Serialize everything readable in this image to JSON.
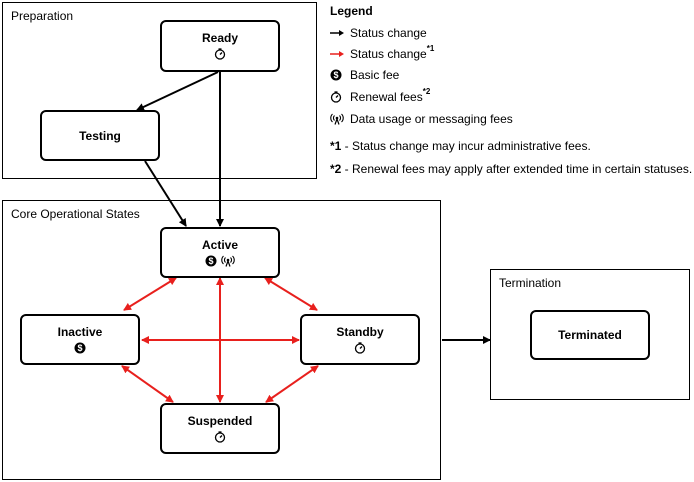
{
  "groups": {
    "preparation": "Preparation",
    "core": "Core Operational States",
    "termination": "Termination"
  },
  "states": {
    "ready": "Ready",
    "testing": "Testing",
    "active": "Active",
    "inactive": "Inactive",
    "standby": "Standby",
    "suspended": "Suspended",
    "terminated": "Terminated"
  },
  "legend": {
    "title": "Legend",
    "status_change": "Status change",
    "status_change_fee": "Status change",
    "status_change_fee_mark": "*1",
    "basic_fee": "Basic fee",
    "renewal_fees": "Renewal fees",
    "renewal_fees_mark": "*2",
    "data_usage": "Data usage or messaging fees"
  },
  "notes": {
    "note1_mark": "*1",
    "note1_text": " - Status change may incur administrative fees.",
    "note2_mark": "*2",
    "note2_text": " - Renewal fees may apply after extended time in certain statuses."
  },
  "colors": {
    "black_arrow": "#000000",
    "red_arrow": "#e8201d"
  },
  "icons": [
    "dollar-icon",
    "timer-icon",
    "antenna-icon"
  ]
}
